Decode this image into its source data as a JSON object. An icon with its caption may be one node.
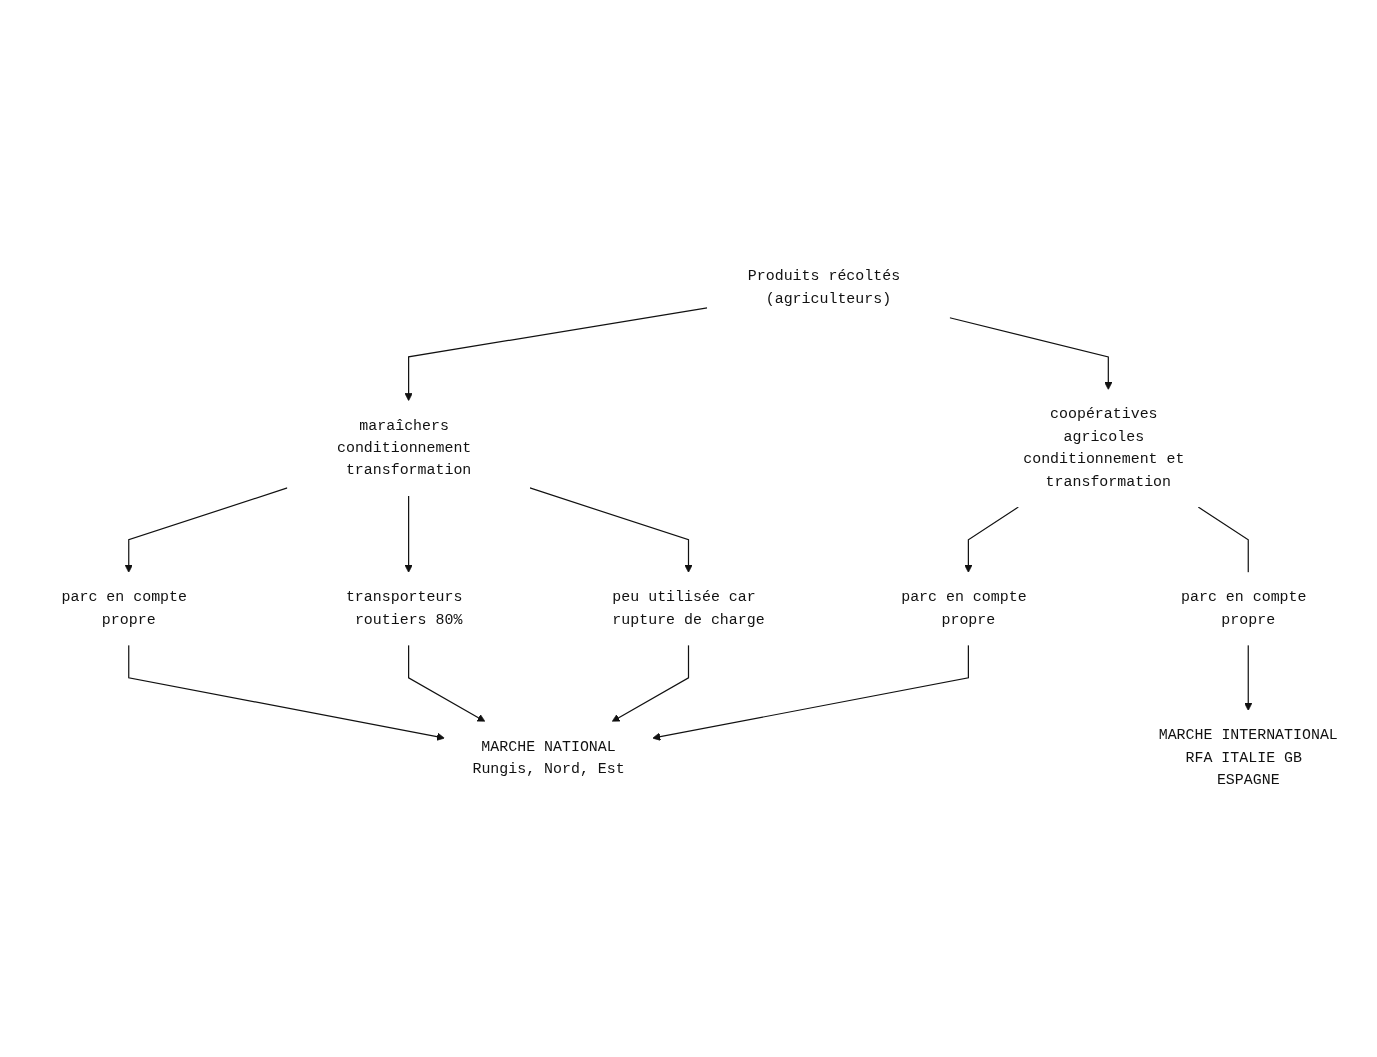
{
  "diagram": {
    "nodes": [
      {
        "text": [
          "Produits récoltés (agriculteurs)"
        ]
      },
      {
        "text": [
          "maraîchers conditionnement transformation"
        ]
      },
      {
        "text": [
          "coopératives agricoles conditionnement et transformation"
        ]
      },
      {
        "text": [
          "transporteurs routiers 80%"
        ]
      },
      {
        "text": [
          "parc en compte propre"
        ]
      },
      {
        "text": [
          "parc en compte propre"
        ]
      },
      {
        "text": [
          "parc en compte propre"
        ]
      },
      {
        "text": [
          "peu utilisée car rupture de charge"
        ]
      },
      {
        "text": [
          "MARCHE NATIONAL",
          "Rungis, Nord, Est"
        ]
      },
      {
        "text": [
          "MARCHE INTERNATIONAL",
          "RFA ITALIE GB ESPAGNE"
        ]
      }
    ],
    "edges": [
      {
        "from": 0,
        "to": 1,
        "arrow": "to"
      },
      {
        "from": 0,
        "to": 2,
        "arrow": "to"
      },
      {
        "from": 1,
        "to": 7,
        "arrow": "to"
      },
      {
        "from": 1,
        "to": 4,
        "arrow": "to"
      },
      {
        "from": 1,
        "to": 3,
        "arrow": "to"
      },
      {
        "from": 2,
        "to": 5,
        "arrow": "to"
      },
      {
        "from": 2,
        "to": 6,
        "arrow": "none"
      },
      {
        "from": 4,
        "to": 8,
        "arrow": "to"
      },
      {
        "from": 3,
        "to": 8,
        "arrow": "to"
      },
      {
        "from": 7,
        "to": 8,
        "arrow": "to"
      },
      {
        "from": 5,
        "to": 8,
        "arrow": "to"
      },
      {
        "from": 6,
        "to": 9,
        "arrow": "to"
      }
    ]
  }
}
